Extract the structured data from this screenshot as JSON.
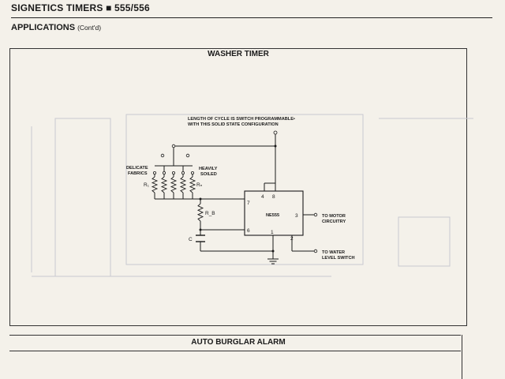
{
  "header": {
    "title": "SIGNETICS TIMERS ■ 555/556"
  },
  "section": {
    "title": "APPLICATIONS",
    "cont": "(Cont'd)"
  },
  "figure1": {
    "title": "WASHER TIMER",
    "note_line1": "LENGTH OF CYCLE IS SWITCH PROGRAMMABLE•",
    "note_line2": "WITH THIS SOLID STATE CONFIGURATION",
    "delicate_line1": "DELICATE",
    "delicate_line2": "FABRICS",
    "heavily_line1": "HEAVILY",
    "heavily_line2": "SOILED",
    "r1": "R₁",
    "rn": "Rₙ",
    "rb": "R_B",
    "c": "C",
    "chip": "NE555",
    "pin4": "4",
    "pin8": "8",
    "pin7": "7",
    "pin6": "6",
    "pin3": "3",
    "pin1": "1",
    "pin2": "2",
    "motor_line1": "TO MOTOR",
    "motor_line2": "CIRCUITRY",
    "water_line1": "TO WATER",
    "water_line2": "LEVEL SWITCH"
  },
  "figure2": {
    "title": "AUTO BURGLAR ALARM"
  }
}
